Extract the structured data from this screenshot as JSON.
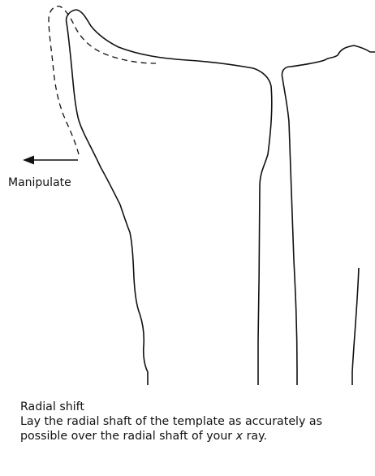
{
  "figure": {
    "arrow_label": "Manipulate"
  },
  "caption": {
    "title": "Radial shift",
    "body_before": "Lay the radial shaft of the template as accurately as possible over the radial shaft of your ",
    "body_italic": "x",
    "body_after": " ray."
  },
  "colors": {
    "line": "#111111",
    "background": "#ffffff"
  }
}
